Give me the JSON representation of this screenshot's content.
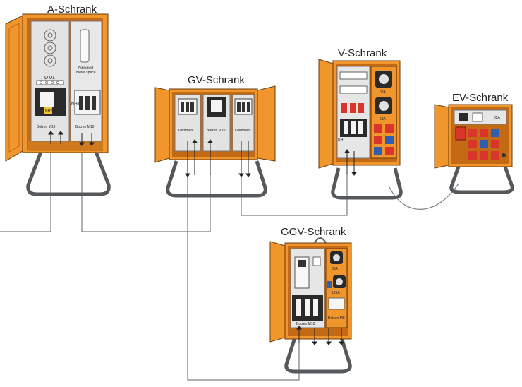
{
  "colors": {
    "cabinet_orange": "#f0962d",
    "cabinet_dark_orange": "#c46a14",
    "panel_gray": "#e3e3e3",
    "stand_gray": "#55595c",
    "cable_gray": "#7d7d7d",
    "socket_red": "#d9352b",
    "socket_blue": "#2e5fb0"
  },
  "cabinets": {
    "a": {
      "title": "A-Schrank",
      "zaehlerfeld": "Zählerfeld",
      "meter_space": "meter space",
      "d01": "D 01",
      "nh2": "NH2",
      "nh1": "NH1",
      "bolzen_left": "Bolzen M10",
      "bolzen_right": "Bolzen M10"
    },
    "gv": {
      "title": "GV-Schrank",
      "klemmen_left": "Klemmen",
      "bolzen": "Bolzen M10",
      "klemmen_right": "Klemmen"
    },
    "v": {
      "title": "V-Schrank",
      "nh": "NH1",
      "amp_top": "63A",
      "amp_mid": "63A"
    },
    "ev": {
      "title": "EV-Schrank",
      "amp": "32A"
    },
    "ggv": {
      "title": "GGV-Schrank",
      "bolzen_left": "Bolzen M10",
      "bolzen_right": "Bolzen M8",
      "amp_top": "63A",
      "amp_mid": "125A"
    }
  }
}
